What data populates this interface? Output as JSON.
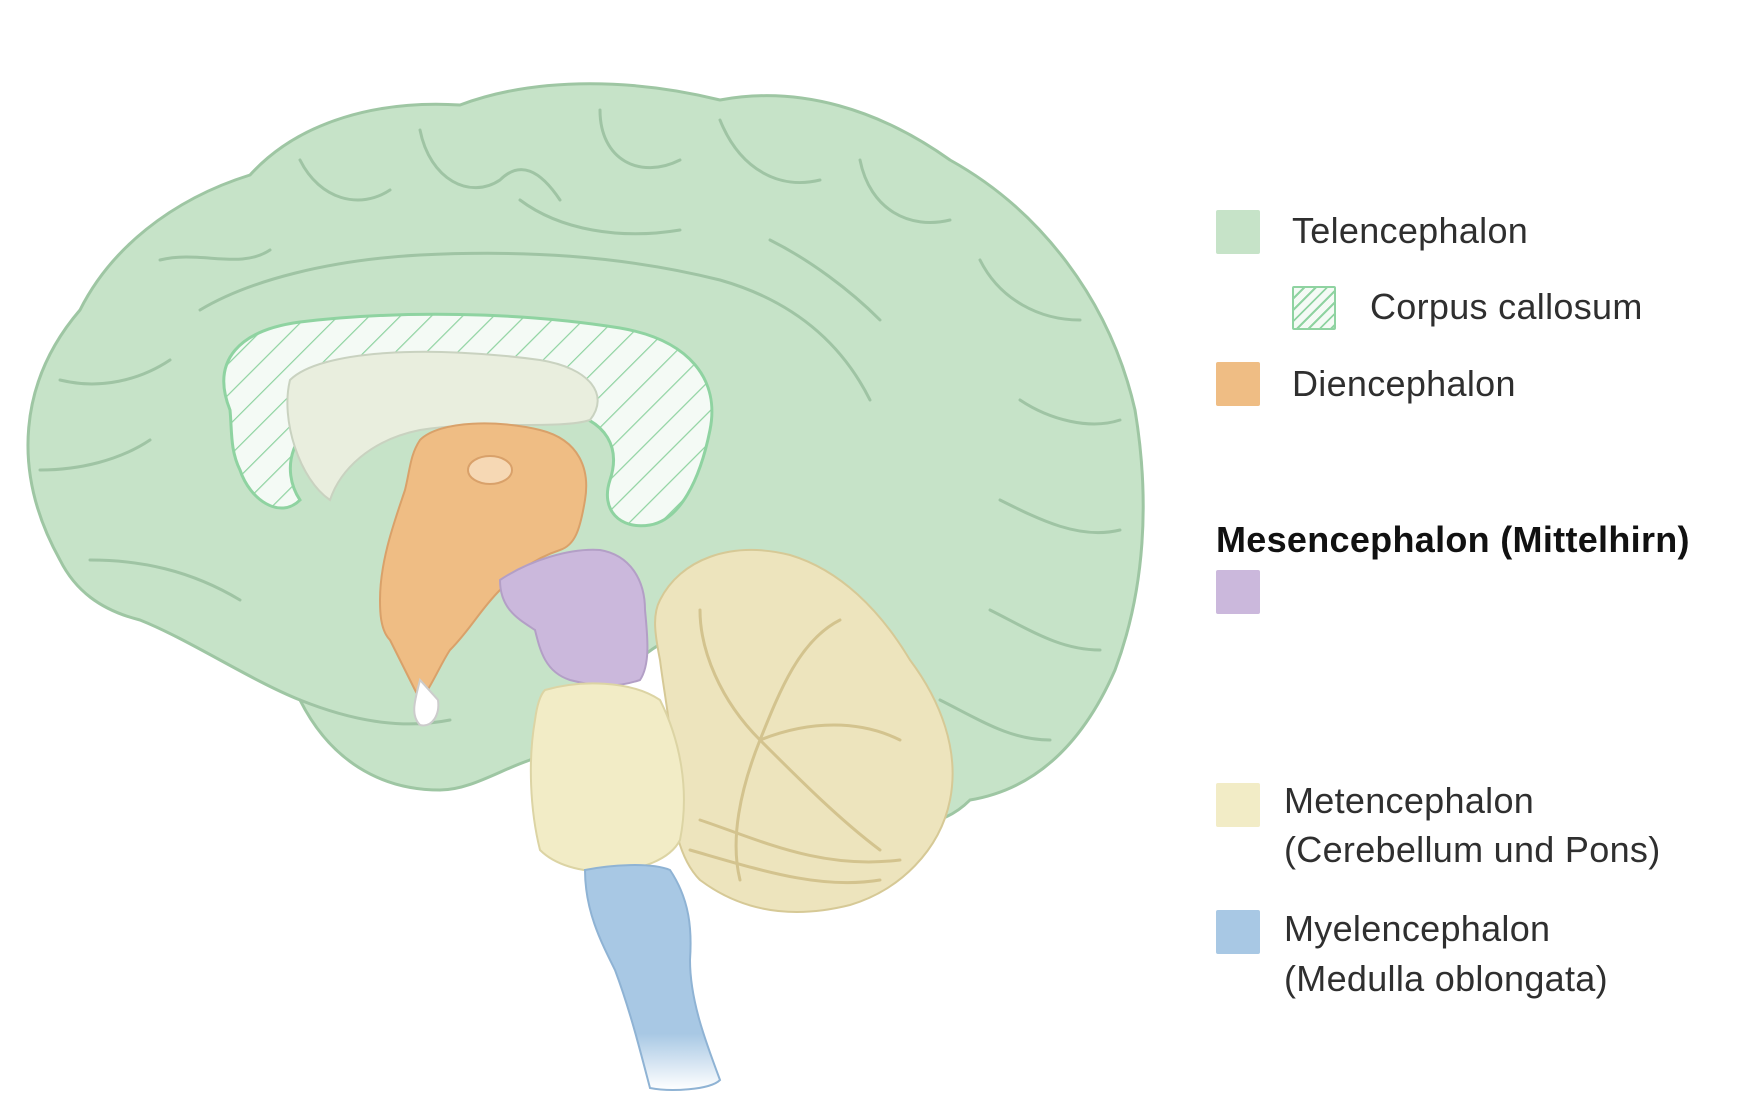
{
  "figure": {
    "colors": {
      "telencephalon": "#c6e3c8",
      "telencephalon_outline": "#9ec6a3",
      "corpus_callosum_hatch": "#7fcc94",
      "diencephalon": "#efbd84",
      "mesencephalon": "#cbb8dc",
      "metencephalon": "#f2ecc6",
      "cerebellum": "#ede4bd",
      "myelencephalon": "#a8c8e4"
    }
  },
  "legend": {
    "telencephalon": {
      "label": "Telencephalon",
      "color": "#c6e3c8"
    },
    "corpus_callosum": {
      "label": "Corpus callosum",
      "color": "#c6e3c8",
      "pattern": "hatched"
    },
    "diencephalon": {
      "label": "Diencephalon",
      "color": "#efbd84"
    },
    "mesencephalon": {
      "label": "Mesencephalon (Mittelhirn)",
      "color": "#cbb8dc"
    },
    "metencephalon": {
      "line1": "Metencephalon",
      "line2": "(Cerebellum und Pons)",
      "color": "#f2ecc6"
    },
    "myelencephalon": {
      "line1": "Myelencephalon",
      "line2": "(Medulla oblongata)",
      "color": "#a8c8e4"
    }
  }
}
